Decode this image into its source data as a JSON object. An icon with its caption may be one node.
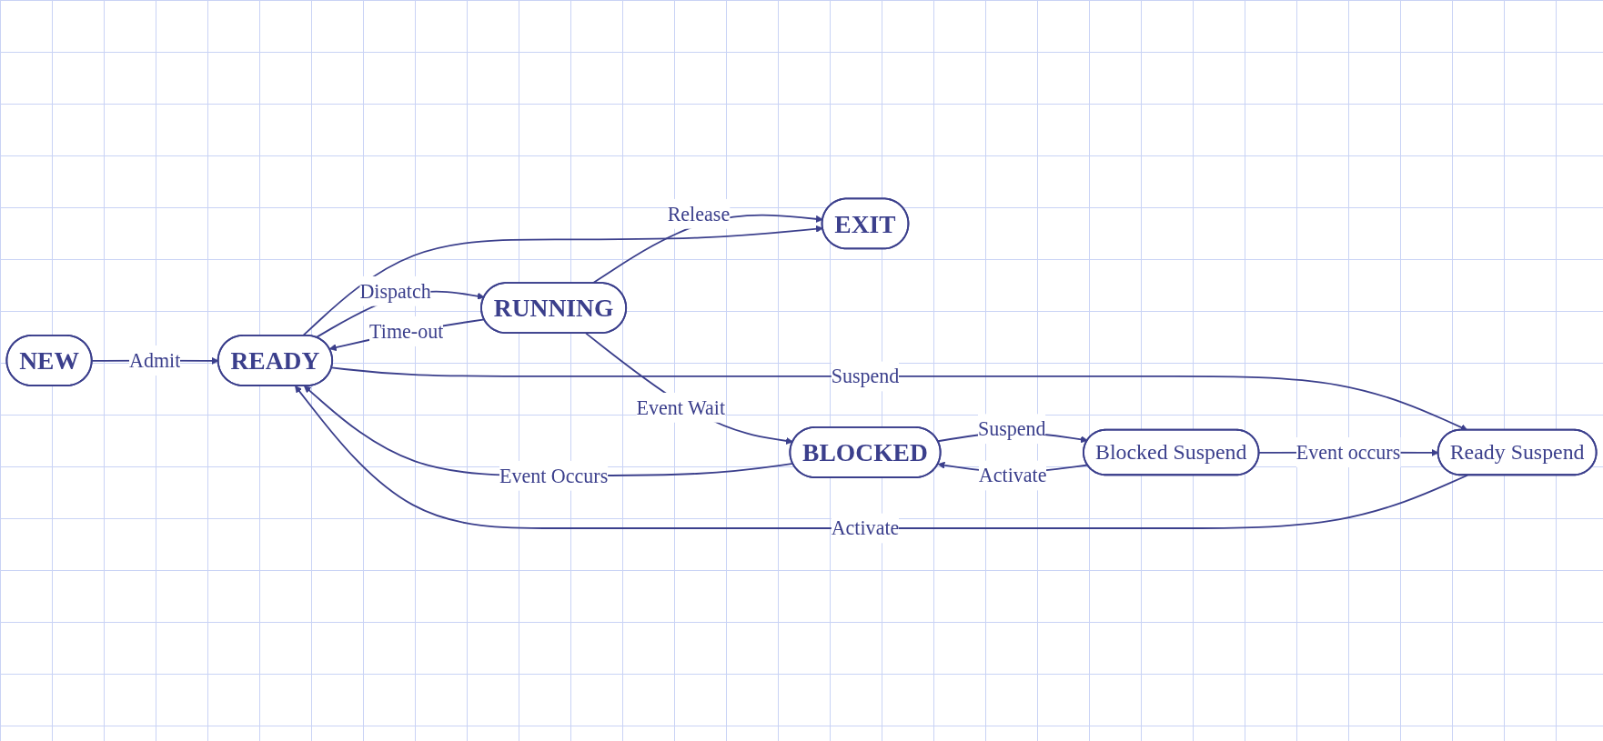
{
  "diagram": {
    "nodes": [
      {
        "text": [
          "NEW"
        ]
      },
      {
        "text": [
          "READY"
        ]
      },
      {
        "text": [
          "RUNNING"
        ]
      },
      {
        "text": [
          "EXIT"
        ]
      },
      {
        "text": [
          "Ready Suspend"
        ]
      },
      {
        "text": [
          "Blocked Suspend"
        ]
      },
      {
        "text": [
          "BLOCKED"
        ]
      }
    ],
    "edges": [
      {
        "from": 0,
        "to": 1,
        "arrow": "to",
        "label": "Admit"
      },
      {
        "from": 1,
        "to": 2,
        "arrow": "to",
        "label": "Dispatch"
      },
      {
        "from": 2,
        "to": 3,
        "arrow": "to",
        "label": "Release"
      },
      {
        "from": 2,
        "to": 1,
        "arrow": "to",
        "label": "Time-out"
      },
      {
        "from": 1,
        "to": 3,
        "arrow": "to"
      },
      {
        "from": 2,
        "to": 6,
        "arrow": "to",
        "label": "Event Wait"
      },
      {
        "from": 6,
        "to": 1,
        "arrow": "to",
        "label": "Event Occurs"
      },
      {
        "from": 4,
        "to": 1,
        "arrow": "to",
        "label": "Activate"
      },
      {
        "from": 1,
        "to": 4,
        "arrow": "to",
        "label": "Suspend"
      },
      {
        "from": 5,
        "to": 4,
        "arrow": "to",
        "label": "Event occurs"
      },
      {
        "from": 5,
        "to": 6,
        "arrow": "to",
        "label": "Activate"
      },
      {
        "from": 6,
        "to": 5,
        "arrow": "to",
        "label": "Suspend"
      }
    ]
  }
}
